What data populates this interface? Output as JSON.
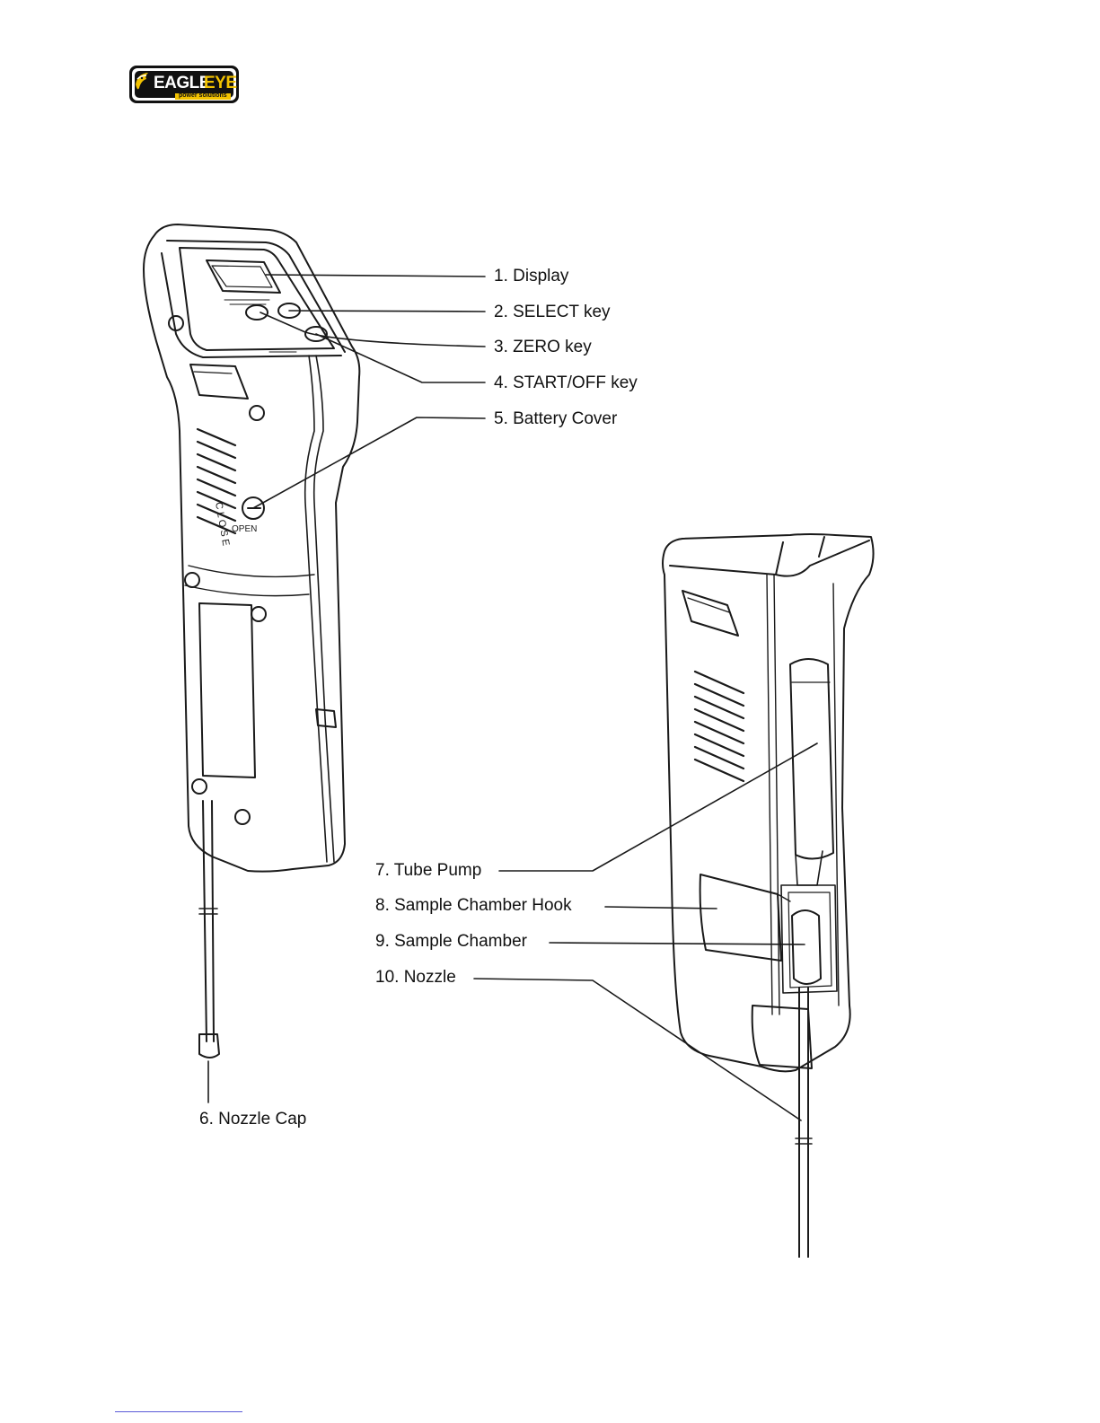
{
  "header": {
    "logo": {
      "brand_left": "EAGLE",
      "brand_right": "EYE",
      "tagline": "power solutions",
      "icon": "eagle-head-icon"
    }
  },
  "device_front": {
    "case_text": {
      "open_label": "OPEN"
    }
  },
  "callouts": {
    "display": "1. Display",
    "select_key": "2. SELECT key",
    "zero_key": "3. ZERO key",
    "start_off_key": "4. START/OFF key",
    "battery_cover": "5. Battery Cover",
    "nozzle_cap": "6. Nozzle Cap",
    "tube_pump": "7. Tube Pump",
    "sample_chamber_hook": "8. Sample Chamber Hook",
    "sample_chamber": "9. Sample Chamber",
    "nozzle": "10. Nozzle"
  },
  "colors": {
    "line": "#1a1a1a",
    "logo_bg": "#111111",
    "logo_accent": "#f2c200",
    "footer_rule": "#5a5ad8"
  }
}
